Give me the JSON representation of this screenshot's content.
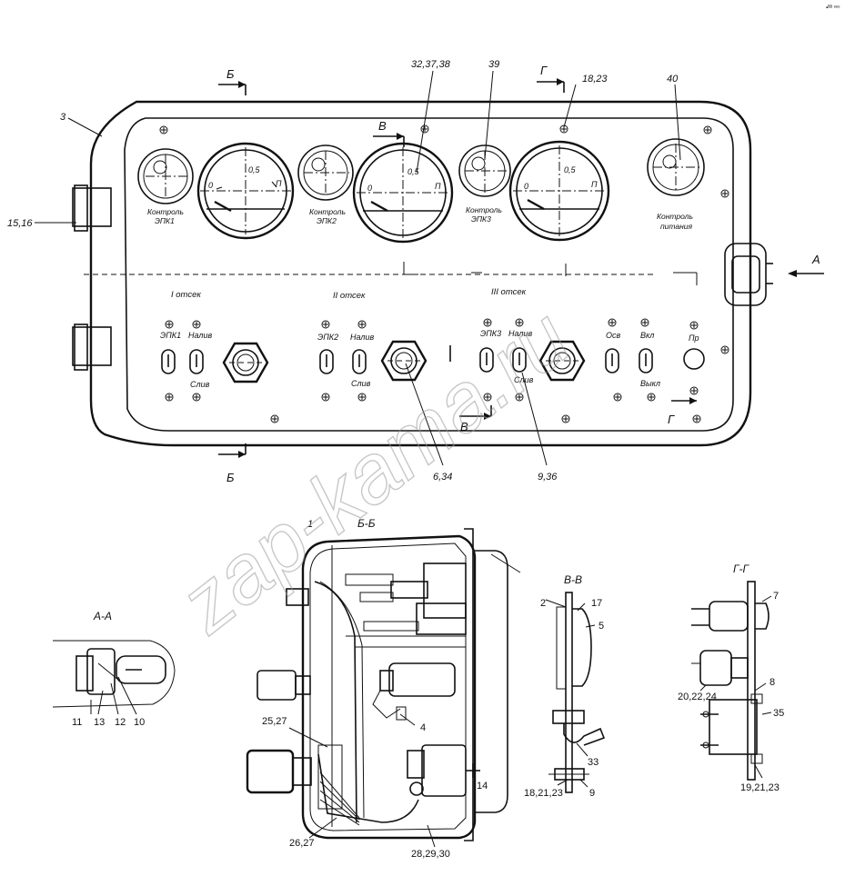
{
  "corner_mark": "▪ᴮᴮ ᵉᵉᵉ",
  "watermark": "zap-kama.ru",
  "callouts": {
    "c3": "3",
    "c15_16": "15,16",
    "c32_37_38": "32,37,38",
    "c39": "39",
    "c18_23": "18,23",
    "c40": "40",
    "c6_34": "6,34",
    "c9_36": "9,36",
    "c1": "1",
    "c4": "4",
    "c14": "14",
    "c25_27": "25,27",
    "c26_27": "26,27",
    "c28_29_30": "28,29,30",
    "c2": "2",
    "c17": "17",
    "c5": "5",
    "c33": "33",
    "c18_21_23": "18,21,23",
    "c9": "9",
    "c7": "7",
    "c20_22_24": "20,22,24",
    "c8": "8",
    "c35": "35",
    "c19_21_23": "19,21,23",
    "c11": "11",
    "c13": "13",
    "c12": "12",
    "c10": "10"
  },
  "section_marks": {
    "b_top": "Б",
    "b_bottom": "Б",
    "v_top": "В",
    "v_bottom": "В",
    "g_top": "Г",
    "g_bottom": "Г",
    "a_right": "А"
  },
  "section_titles": {
    "aa": "А-А",
    "bb": "Б-Б",
    "vv": "В-В",
    "gg": "Г-Г"
  },
  "panel": {
    "lamp1_label": [
      "Контроль",
      "ЭПК1"
    ],
    "lamp2_label": [
      "Контроль",
      "ЭПК2"
    ],
    "lamp3_label": [
      "Контроль",
      "ЭПК3"
    ],
    "lamp4_label": [
      "Контроль",
      "питания"
    ],
    "gauge_scale": {
      "zero": "0",
      "half": "0,5",
      "full": "П"
    },
    "compartment_1": "I отсек",
    "compartment_2": "II отсек",
    "compartment_3": "III отсек",
    "sw_epk1": "ЭПК1",
    "sw_naliv1": "Налив",
    "sw_sliv1": "Слив",
    "sw_epk2": "ЭПК2",
    "sw_naliv2": "Налив",
    "sw_sliv2": "Слив",
    "sw_epk3": "ЭПК3",
    "sw_naliv3": "Налив",
    "sw_sliv3": "Слив",
    "sw_osv": "Осв",
    "sw_vkl": "Вкл",
    "sw_vykl": "Выкл",
    "sw_pr": "Пр"
  }
}
